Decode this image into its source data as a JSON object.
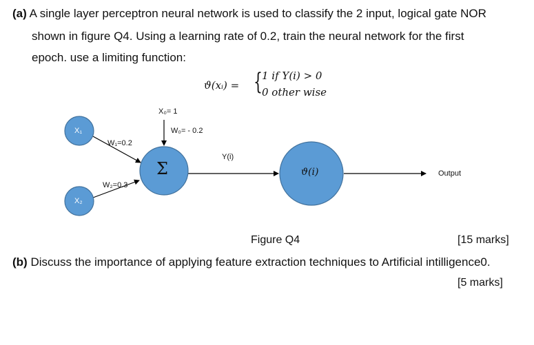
{
  "question_a": {
    "prefix": "(a)",
    "line1": " A single layer perceptron neural network is used to classify the 2 input, logical gate NOR",
    "line2": "shown in figure Q4.  Using a learning rate of 0.2, train the neural network for the first",
    "line3": "epoch. use a limiting function:"
  },
  "formula": {
    "lhs": "ϑ(xᵢ) =",
    "case1": "1 if Y(i) > 0",
    "case2": "0 other wise"
  },
  "diagram": {
    "x1_label": "X₁",
    "x2_label": "X₂",
    "x0_label": "X₀= 1",
    "w0_label": "W₀= - 0.2",
    "w1_label": "W₁=0.2",
    "w2_label": "W₂=0.3",
    "sum_symbol": "Σ",
    "y_label": "Y(i)",
    "activation_label": "ϑ(i)",
    "output_label": "Output",
    "node_color": "#5b9bd5",
    "node_stroke": "#41719c"
  },
  "figure_caption": "Figure Q4",
  "marks_a": "[15 marks]",
  "question_b": {
    "prefix": "(b)",
    "text": " Discuss the importance of applying feature extraction techniques to Artificial intilligence0."
  },
  "marks_b": "[5 marks]"
}
